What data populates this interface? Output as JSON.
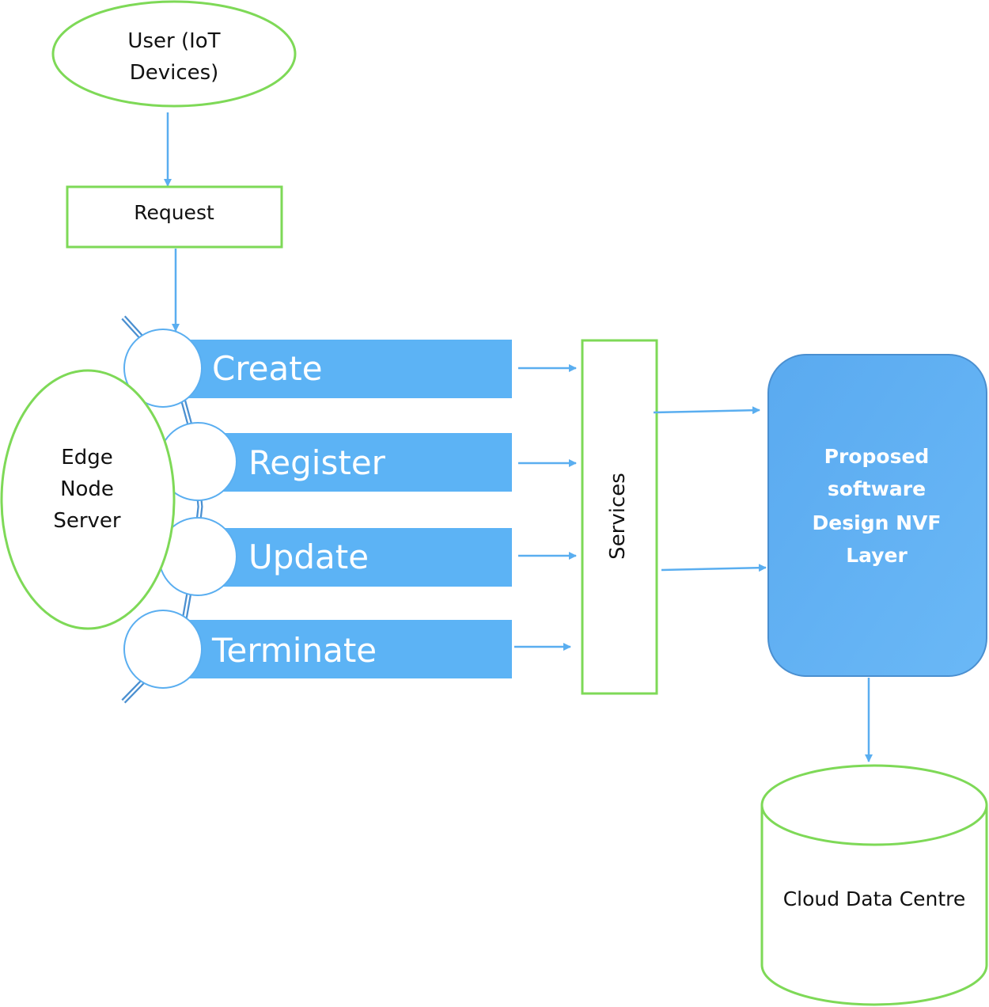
{
  "user": {
    "line1": "User (IoT",
    "line2": "Devices)"
  },
  "request": {
    "label": "Request"
  },
  "edge_node": {
    "line1": "Edge",
    "line2": "Node",
    "line3": "Server"
  },
  "operations": [
    {
      "label": "Create"
    },
    {
      "label": "Register"
    },
    {
      "label": "Update"
    },
    {
      "label": "Terminate"
    }
  ],
  "services": {
    "label": "Services"
  },
  "nvf_layer": {
    "line1": "Proposed",
    "line2": "software",
    "line3": "Design NVF",
    "line4": "Layer"
  },
  "cloud": {
    "label": "Cloud Data Centre"
  },
  "colors": {
    "green_outline": "#7ed957",
    "blue_fill": "#5cb3f5",
    "blue_arrow": "#5aaef0",
    "node_fill": "#5aaaf0",
    "node_border": "#4a8fd0"
  }
}
